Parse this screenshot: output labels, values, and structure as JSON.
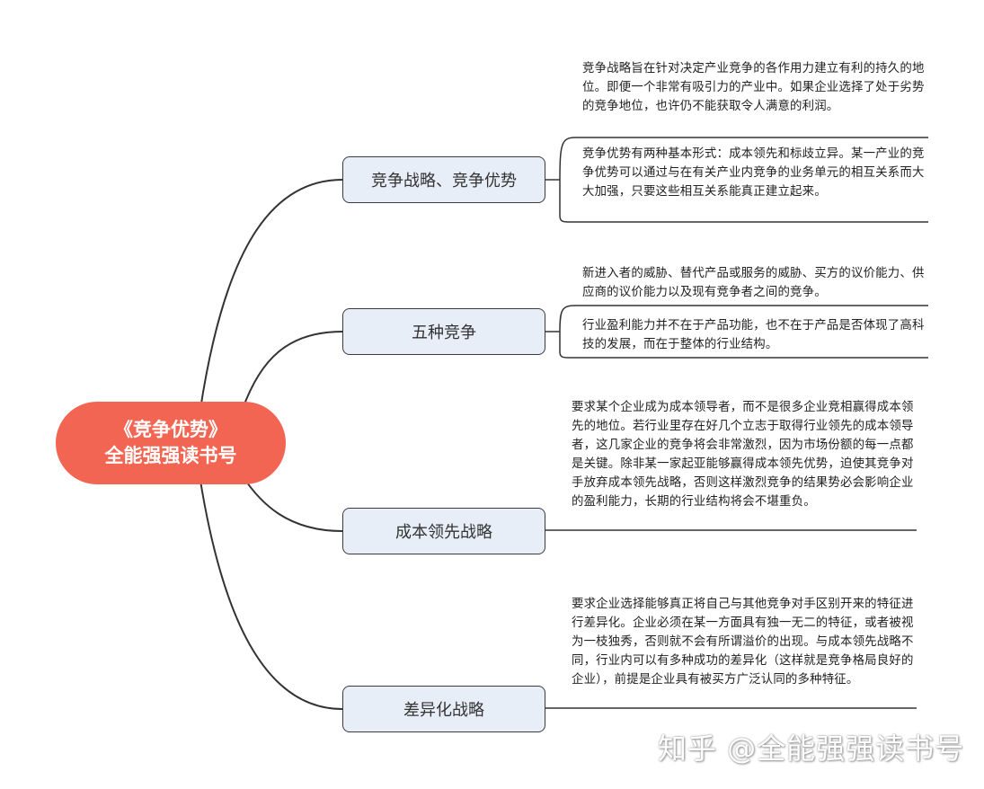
{
  "root": {
    "line1": "《竞争优势》",
    "line2": "全能强强读书号",
    "color": "#f26553"
  },
  "branches": [
    {
      "label": "竞争战略、竞争优势",
      "notes": [
        "竞争战略旨在针对决定产业竞争的各作用力建立有利的持久的地位。即便一个非常有吸引力的产业中。如果企业选择了处于劣势的竞争地位，也许仍不能获取令人满意的利润。",
        "竞争优势有两种基本形式：成本领先和标歧立异。某一产业的竞争优势可以通过与在有关产业内竞争的业务单元的相互关系而大大加强，只要这些相互关系能真正建立起来。"
      ]
    },
    {
      "label": "五种竞争",
      "notes": [
        "新进入者的威胁、替代产品或服务的威胁、买方的议价能力、供应商的议价能力以及现有竞争者之间的竞争。",
        "行业盈利能力并不在于产品功能，也不在于产品是否体现了高科技的发展，而在于整体的行业结构。"
      ]
    },
    {
      "label": "成本领先战略",
      "notes": [
        "要求某个企业成为成本领导者，而不是很多企业竞相赢得成本领先的地位。若行业里存在好几个立志于取得行业领先的成本领导者，这几家企业的竞争将会非常激烈，因为市场份额的每一点都是关键。除非某一家起亚能够赢得成本领先优势，迫使其竞争对手放弃成本领先战略，否则这样激烈竞争的结果势必会影响企业的盈利能力，长期的行业结构将会不堪重负。"
      ]
    },
    {
      "label": "差异化战略",
      "notes": [
        "要求企业选择能够真正将自己与其他竞争对手区别开来的特征进行差异化。企业必须在某一方面具有独一无二的特征，或者被视为一枝独秀，否则就不会有所谓溢价的出现。与成本领先战略不同，行业内可以有多种成功的差异化（这样就是竞争格局良好的企业），前提是企业具有被买方广泛认同的多种特征。"
      ]
    }
  ],
  "watermark": "知乎 @全能强强读书号"
}
